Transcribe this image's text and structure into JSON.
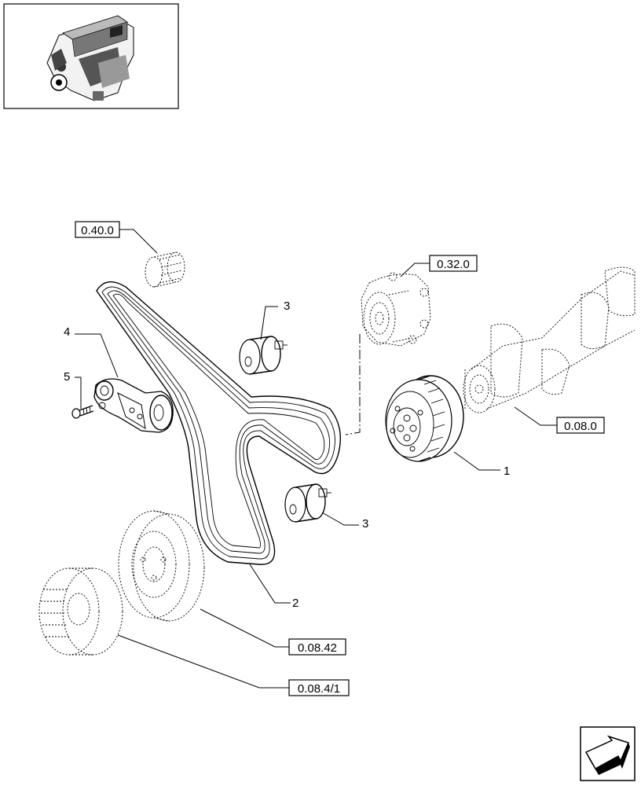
{
  "refs": {
    "r0400": "0.40.0",
    "r0320": "0.32.0",
    "r080": "0.08.0",
    "r0842": "0.08.42",
    "r0841": "0.08.4/1"
  },
  "callouts": {
    "c1": "1",
    "c2": "2",
    "c3a": "3",
    "c3b": "3",
    "c4": "4",
    "c5": "5"
  },
  "icons": {
    "nav": "next-page-arrow-icon",
    "thumb": "engine-thumbnail-icon"
  }
}
